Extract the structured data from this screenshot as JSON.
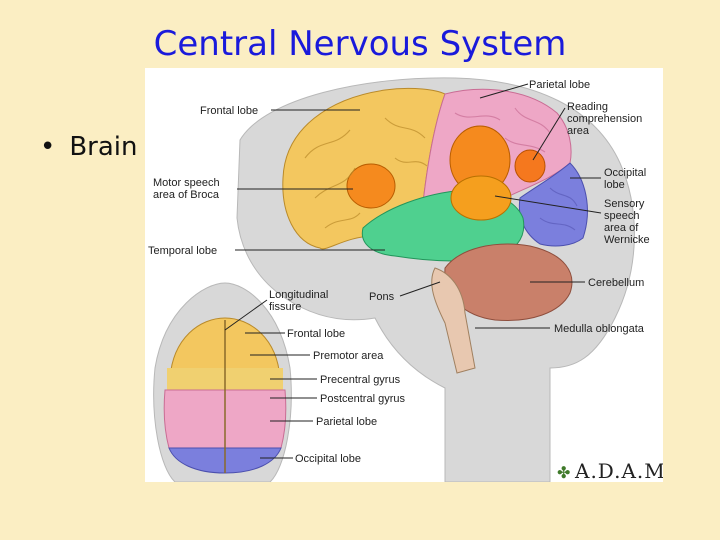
{
  "slide": {
    "title": "Central Nervous System",
    "bullet": "Brain"
  },
  "diagram": {
    "labels": {
      "frontal_lobe": "Frontal lobe",
      "parietal_lobe": "Parietal lobe",
      "reading_1": "Reading",
      "reading_2": "comprehension",
      "reading_3": "area",
      "motor_1": "Motor speech",
      "motor_2": "area of Broca",
      "occipital_1": "Occipital",
      "occipital_2": "lobe",
      "sensory_1": "Sensory",
      "sensory_2": "speech",
      "sensory_3": "area of",
      "sensory_4": "Wernicke",
      "temporal_lobe": "Temporal lobe",
      "cerebellum": "Cerebellum",
      "pons": "Pons",
      "medulla": "Medulla oblongata",
      "longitudinal_1": "Longitudinal",
      "longitudinal_2": "fissure",
      "top_frontal": "Frontal lobe",
      "premotor": "Premotor area",
      "precentral": "Precentral gyrus",
      "postcentral": "Postcentral gyrus",
      "top_parietal": "Parietal lobe",
      "top_occipital": "Occipital lobe"
    },
    "logo": "A.D.A.M.",
    "colors": {
      "frontal": "#f3c75f",
      "parietal": "#eea7c6",
      "occipital": "#7b7fdd",
      "temporal": "#4fd08f",
      "broca": "#f58a1e",
      "wernicke": "#f59f1e",
      "cerebellum": "#c9806a",
      "background": "#fbeec3",
      "title": "#1a1adb"
    }
  }
}
